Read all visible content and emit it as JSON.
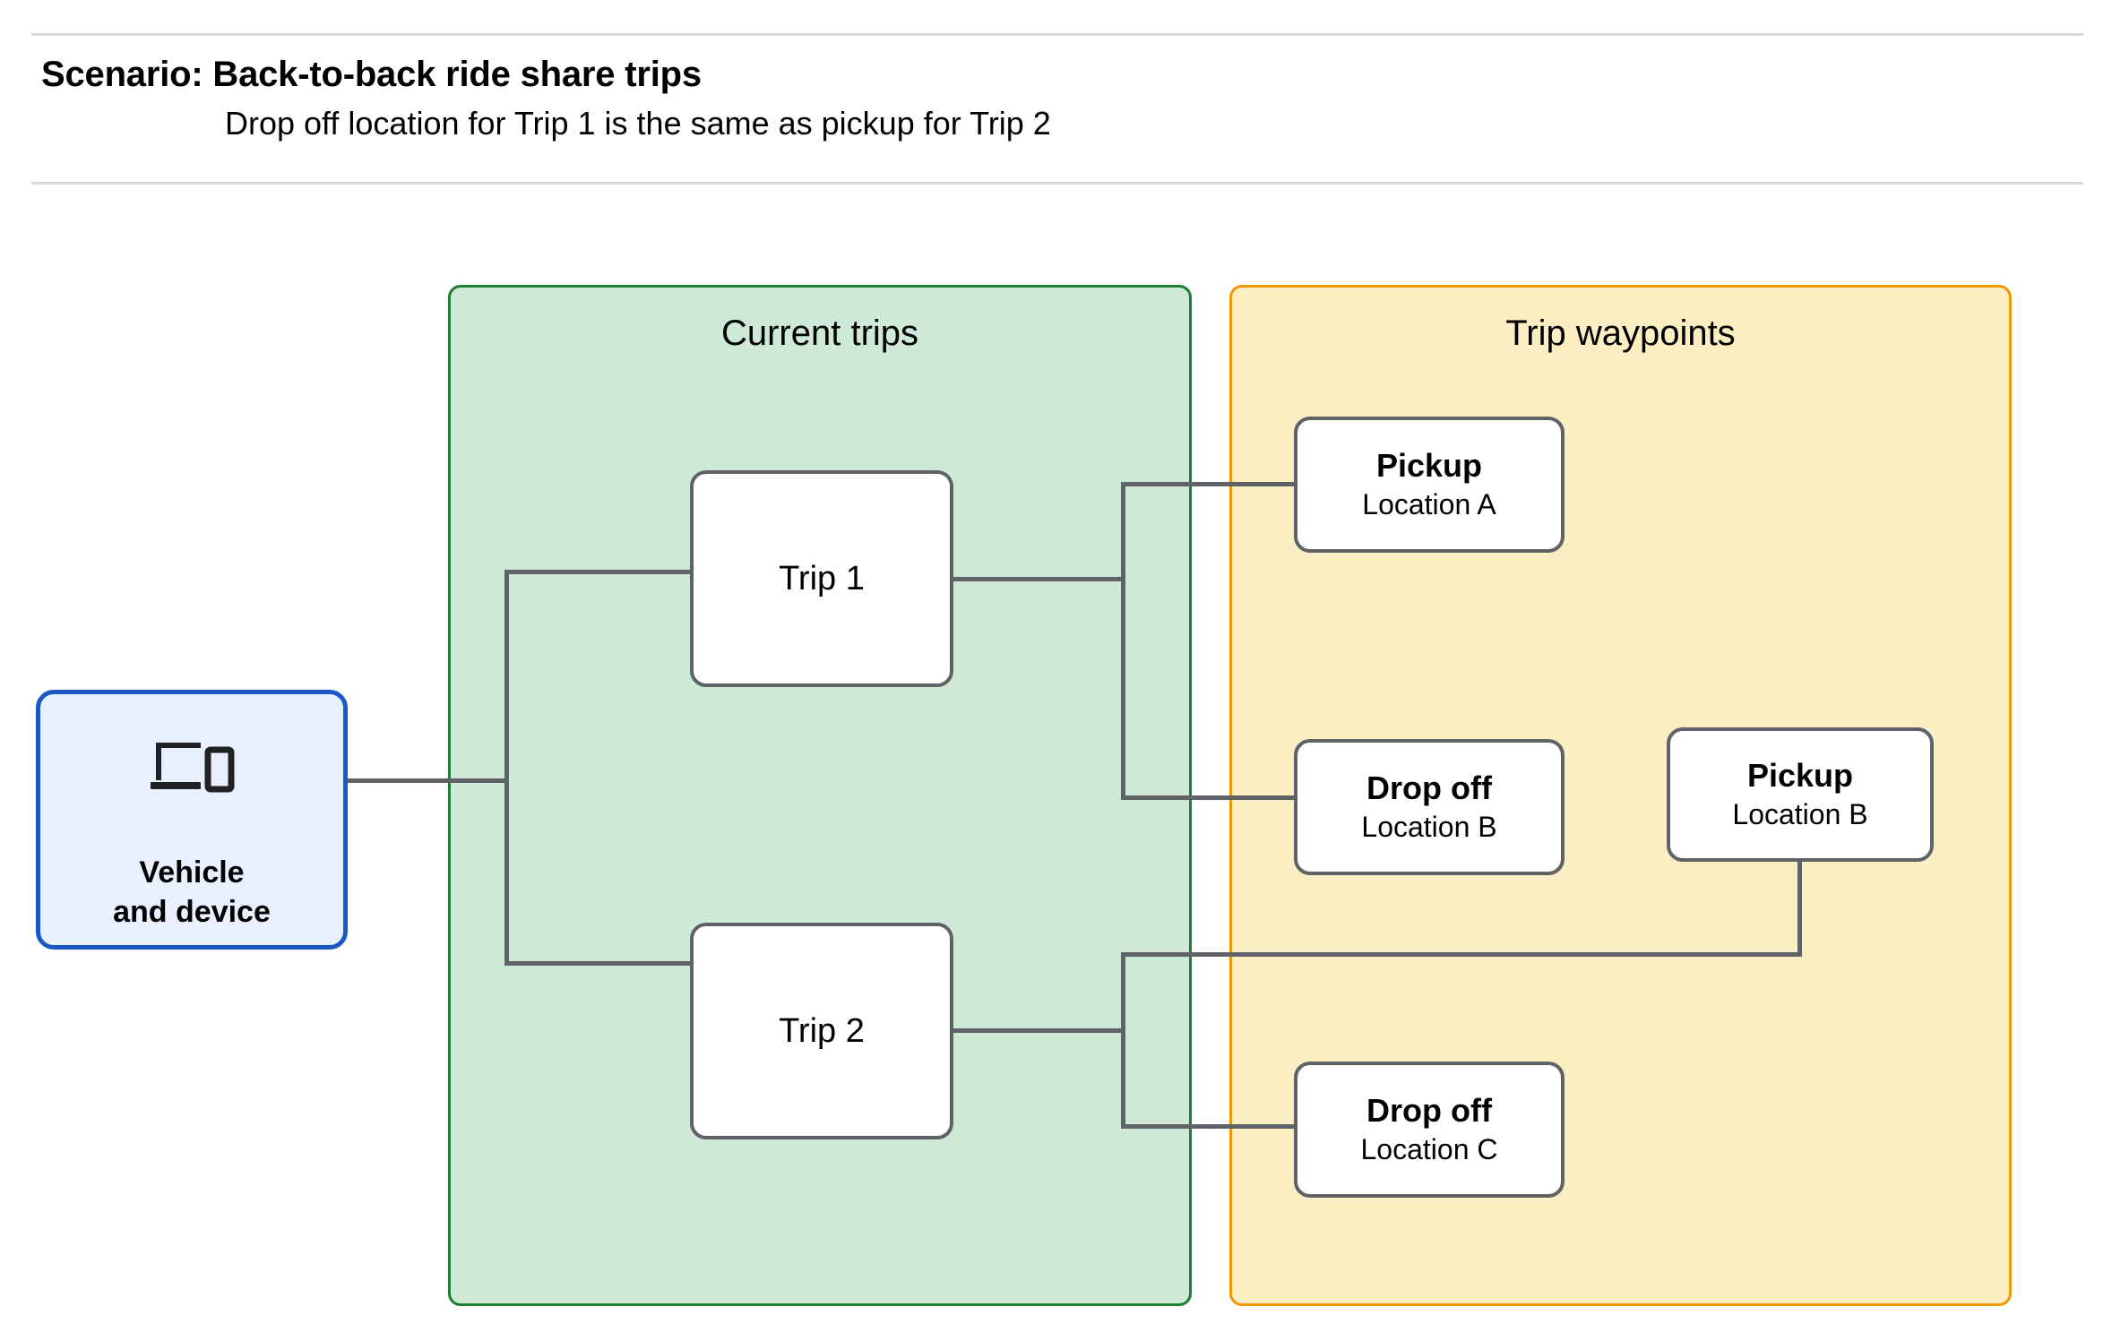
{
  "header": {
    "title": "Scenario: Back-to-back ride share trips",
    "subtitle": "Drop off  location for Trip 1 is the same as pickup for Trip 2"
  },
  "colors": {
    "current_trips_fill": "#CEE9D6",
    "current_trips_border": "#1E7E34",
    "trip_waypoints_fill": "#FBEEC2",
    "trip_waypoints_border": "#F29900",
    "vehicle_fill": "#E8F0FE",
    "vehicle_border": "#1A59C4",
    "node_border": "#5F6368",
    "connector": "#5F6368",
    "rule": "#D9D9D9"
  },
  "vehicle": {
    "icon": "laptop-and-phone-icon",
    "label_line_1": "Vehicle",
    "label_line_2": "and device"
  },
  "groups": [
    {
      "id": "current-trips",
      "title": "Current trips",
      "nodes": [
        {
          "id": "trip-1",
          "label": "Trip 1"
        },
        {
          "id": "trip-2",
          "label": "Trip 2"
        }
      ]
    },
    {
      "id": "trip-waypoints",
      "title": "Trip waypoints",
      "nodes": [
        {
          "id": "pickup-a",
          "title": "Pickup",
          "location": "Location A"
        },
        {
          "id": "dropoff-b",
          "title": "Drop off",
          "location": "Location B"
        },
        {
          "id": "pickup-b",
          "title": "Pickup",
          "location": "Location B"
        },
        {
          "id": "dropoff-c",
          "title": "Drop off",
          "location": "Location C"
        }
      ]
    }
  ],
  "connections": [
    {
      "from": "vehicle",
      "to": "trip-1"
    },
    {
      "from": "vehicle",
      "to": "trip-2"
    },
    {
      "from": "trip-1",
      "to": "pickup-a"
    },
    {
      "from": "trip-1",
      "to": "dropoff-b"
    },
    {
      "from": "trip-2",
      "to": "pickup-b"
    },
    {
      "from": "trip-2",
      "to": "dropoff-c"
    }
  ]
}
